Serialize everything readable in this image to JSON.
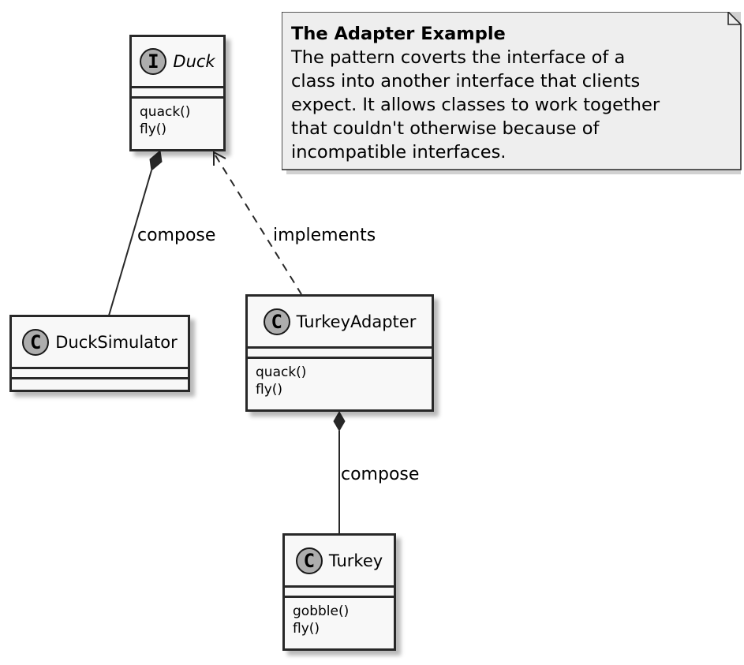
{
  "note": {
    "title": "The Adapter Example",
    "lines": [
      "The pattern coverts the interface of a",
      "class into another interface that clients",
      "expect. It allows classes to work together",
      "that couldn't otherwise because of",
      "incompatible interfaces."
    ]
  },
  "classes": {
    "duck": {
      "stereotype": "I",
      "name": "Duck",
      "methods": [
        "quack()",
        "fly()"
      ]
    },
    "duck_simulator": {
      "stereotype": "C",
      "name": "DuckSimulator",
      "methods": []
    },
    "turkey_adapter": {
      "stereotype": "C",
      "name": "TurkeyAdapter",
      "methods": [
        "quack()",
        "fly()"
      ]
    },
    "turkey": {
      "stereotype": "C",
      "name": "Turkey",
      "methods": [
        "gobble()",
        "fly()"
      ]
    }
  },
  "relations": {
    "duck_simulator_compose": "compose",
    "adapter_implements": "implements",
    "adapter_compose": "compose"
  },
  "colors": {
    "box_fill": "#f8f8f8",
    "border": "#282828",
    "badge_fill": "#adadad",
    "note_fill": "#eeeeee"
  }
}
